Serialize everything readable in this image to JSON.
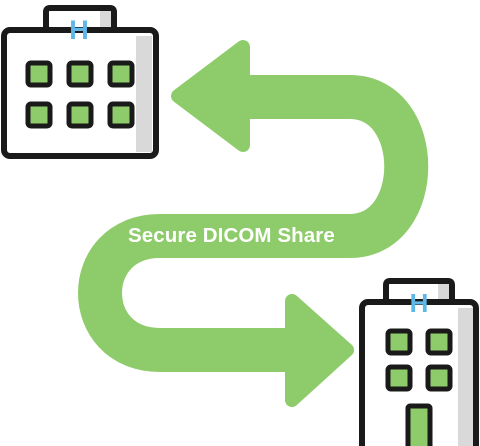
{
  "diagram": {
    "label": "Secure DICOM Share",
    "colors": {
      "arrow": "#8ecb6a",
      "window": "#8ecb6a",
      "outline": "#1a1a1a",
      "building_fill": "#ffffff",
      "building_shade": "#d9d9d9",
      "sign": "#5fb7e8"
    }
  },
  "top_hospital": {
    "sign": "H",
    "icon": "hospital-building-icon"
  },
  "bottom_hospital": {
    "sign": "H",
    "icon": "hospital-building-icon"
  },
  "arrows": {
    "icon": "curved-arrow-icon"
  }
}
